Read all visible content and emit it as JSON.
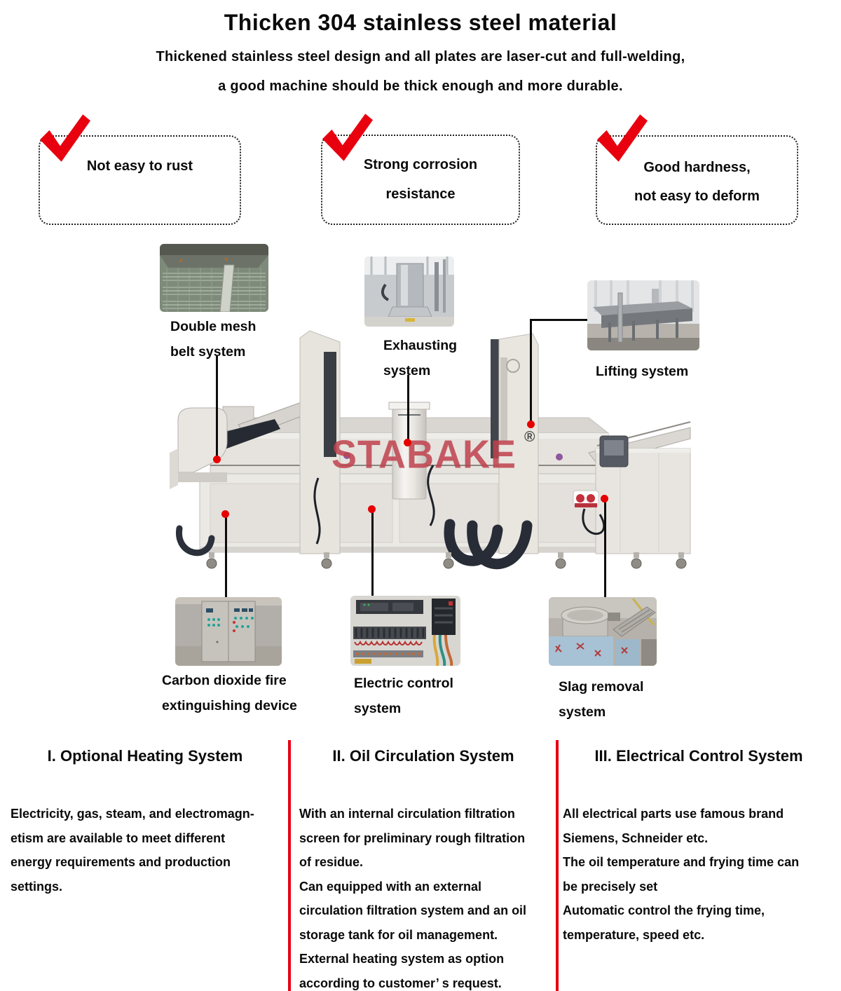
{
  "header": {
    "title": "Thicken 304 stainless steel material",
    "subtitle_lines": [
      "Thickened stainless steel design and all plates are laser-cut and full-welding,",
      "a good machine should be thick enough and more durable."
    ]
  },
  "features": [
    {
      "lines": [
        "Not easy to rust"
      ]
    },
    {
      "lines": [
        "Strong corrosion",
        "resistance"
      ]
    },
    {
      "lines": [
        "Good hardness,",
        "not easy to deform"
      ]
    }
  ],
  "brand": {
    "logo_text": "STABAKE",
    "registered_mark": "®"
  },
  "callouts": {
    "double_mesh": {
      "lines": [
        "Double mesh",
        "belt system"
      ]
    },
    "exhausting": {
      "lines": [
        "Exhausting",
        "system"
      ]
    },
    "lifting": {
      "lines": [
        "Lifting system"
      ]
    },
    "carbon": {
      "lines": [
        "Carbon dioxide fire",
        "extinguishing device"
      ]
    },
    "electric": {
      "lines": [
        "Electric control",
        "system"
      ]
    },
    "slag": {
      "lines": [
        "Slag removal",
        "system"
      ]
    }
  },
  "sections": [
    {
      "heading": "I. Optional Heating System",
      "lines": [
        "Electricity, gas, steam, and electromagn-",
        "etism are available to meet different",
        "energy requirements and production",
        "settings."
      ]
    },
    {
      "heading": "II. Oil Circulation System",
      "lines": [
        "With an internal circulation filtration",
        "screen for preliminary rough filtration",
        "of residue.",
        "Can equipped with an external",
        "circulation filtration system and an oil",
        "storage tank for oil management.",
        "External heating system as option",
        "according to customer’ s request."
      ]
    },
    {
      "heading": "III. Electrical Control System",
      "lines": [
        "All electrical parts use famous brand",
        "Siemens, Schneider etc.",
        "The oil temperature and frying time can",
        "be precisely set",
        "Automatic control the frying time,",
        "temperature, speed etc."
      ]
    }
  ],
  "colors": {
    "accent_red": "#e60012",
    "check_red": "#e8000f",
    "dot_red": "#e60000",
    "logo_red": "#c0424e"
  }
}
